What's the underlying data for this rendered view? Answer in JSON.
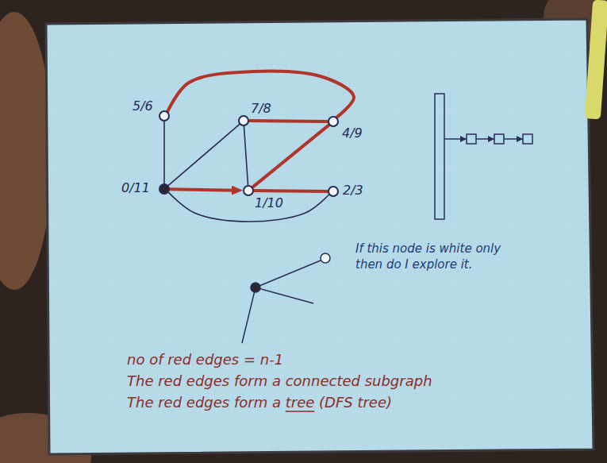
{
  "diagram": {
    "nodes": [
      {
        "text": [
          "5/6"
        ]
      },
      {
        "text": [
          "7/8"
        ]
      },
      {
        "text": [
          "4/9"
        ]
      },
      {
        "text": [
          "0/11"
        ]
      },
      {
        "text": [
          "1/10"
        ]
      },
      {
        "text": [
          "2/3"
        ]
      }
    ],
    "edges": [
      {
        "from": 0,
        "to": 2,
        "arrow": "none"
      },
      {
        "from": 0,
        "to": 3,
        "arrow": "none"
      },
      {
        "from": 1,
        "to": 3,
        "arrow": "none"
      },
      {
        "from": 1,
        "to": 4,
        "arrow": "none"
      },
      {
        "from": 1,
        "to": 2,
        "arrow": "none"
      },
      {
        "from": 3,
        "to": 4,
        "arrow": "to"
      },
      {
        "from": 4,
        "to": 5,
        "arrow": "none"
      },
      {
        "from": 4,
        "to": 2,
        "arrow": "none"
      },
      {
        "from": 3,
        "to": 5,
        "arrow": "none"
      }
    ],
    "labels": [
      "If this node is white only then do I explore it.",
      "no of red edges = n-1",
      "The red edges form a connected subgraph",
      "The red edges form a tree (DFS tree)"
    ]
  }
}
